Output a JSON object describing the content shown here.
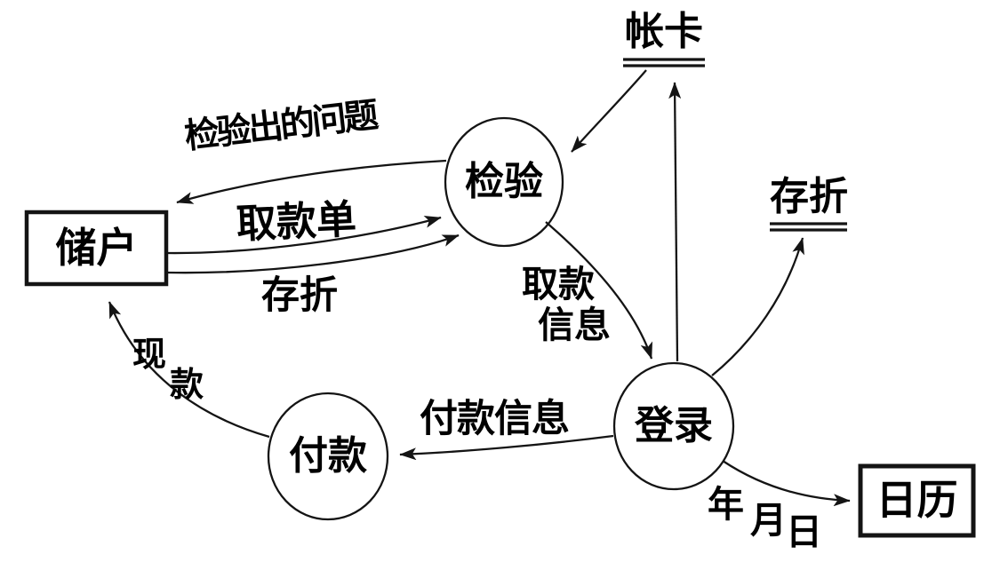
{
  "diagram": {
    "kind": "data-flow-diagram",
    "colors": {
      "ink": "#141414",
      "background": "#ffffff"
    },
    "external_entities": {
      "depositor": {
        "label": "储户"
      },
      "calendar": {
        "label": "日历"
      }
    },
    "processes": {
      "verify": {
        "label": "检验"
      },
      "payout": {
        "label": "付款"
      },
      "record": {
        "label": "登录"
      }
    },
    "data_stores": {
      "account_card": {
        "label": "帐卡"
      },
      "passbook": {
        "label": "存折"
      }
    },
    "flows": {
      "problems_found": {
        "label": "检验出的问题",
        "from": "检验",
        "to": "储户"
      },
      "withdrawal_slip": {
        "label": "取款单",
        "from": "储户",
        "to": "检验"
      },
      "passbook_submitted": {
        "label": "存折",
        "from": "储户",
        "to": "检验"
      },
      "card_to_verify": {
        "from": "帐卡",
        "to": "检验"
      },
      "record_to_card": {
        "from": "登录",
        "to": "帐卡"
      },
      "record_to_passbook": {
        "from": "登录",
        "to": "存折"
      },
      "withdrawal_info": {
        "label": "取款信息",
        "lines": [
          "取款",
          "信息"
        ],
        "from": "检验",
        "to": "登录"
      },
      "payment_info": {
        "label": "付款信息",
        "from": "登录",
        "to": "付款"
      },
      "cash": {
        "label": "现款",
        "chars": [
          "现",
          "款"
        ],
        "from": "付款",
        "to": "储户"
      },
      "date": {
        "label": "年月日",
        "chars": [
          "年",
          "月",
          "日"
        ],
        "from": "登录",
        "to": "日历"
      }
    }
  }
}
